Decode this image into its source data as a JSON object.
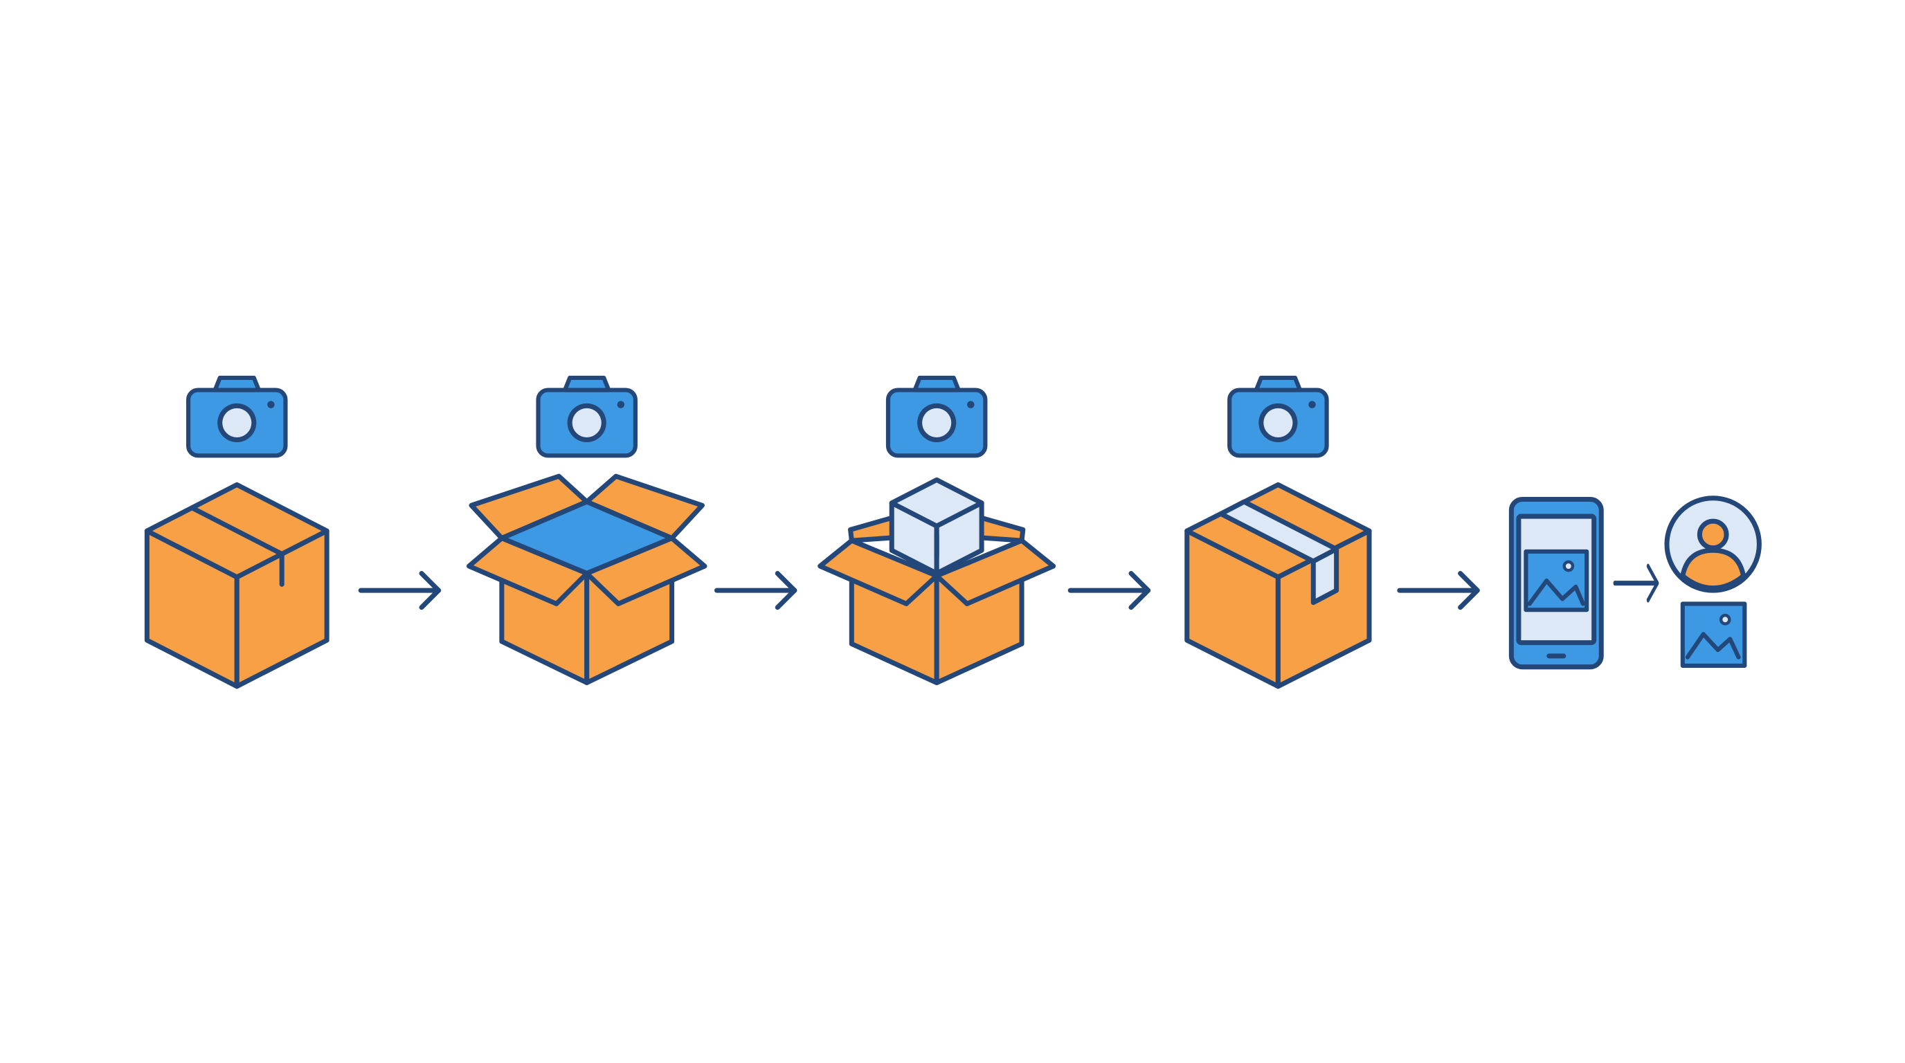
{
  "colors": {
    "background": "#ffffff",
    "outline": "#24477a",
    "box_orange": "#f7a046",
    "camera_blue": "#3d99e3",
    "inner_blue": "#3d99e3",
    "pale_blue": "#dce8f6",
    "person_orange": "#f7a046"
  },
  "steps": [
    {
      "id": "closed-box",
      "icon": "closed-box-icon",
      "has_camera": true
    },
    {
      "id": "open-empty-box",
      "icon": "open-box-icon",
      "has_camera": true
    },
    {
      "id": "open-box-with-item",
      "icon": "box-with-item-icon",
      "has_camera": true
    },
    {
      "id": "taped-box",
      "icon": "taped-box-icon",
      "has_camera": true
    },
    {
      "id": "phone-photo",
      "icon": "smartphone-photo-icon",
      "has_camera": false
    },
    {
      "id": "profile-photo",
      "icon": "user-avatar-icon",
      "has_camera": false
    }
  ],
  "connectors": [
    {
      "from": "closed-box",
      "to": "open-empty-box",
      "icon": "arrow-right-icon"
    },
    {
      "from": "open-empty-box",
      "to": "open-box-with-item",
      "icon": "arrow-right-icon"
    },
    {
      "from": "open-box-with-item",
      "to": "taped-box",
      "icon": "arrow-right-icon"
    },
    {
      "from": "taped-box",
      "to": "phone-photo",
      "icon": "arrow-right-icon"
    },
    {
      "from": "phone-photo",
      "to": "profile-photo",
      "icon": "arrow-right-icon"
    }
  ]
}
